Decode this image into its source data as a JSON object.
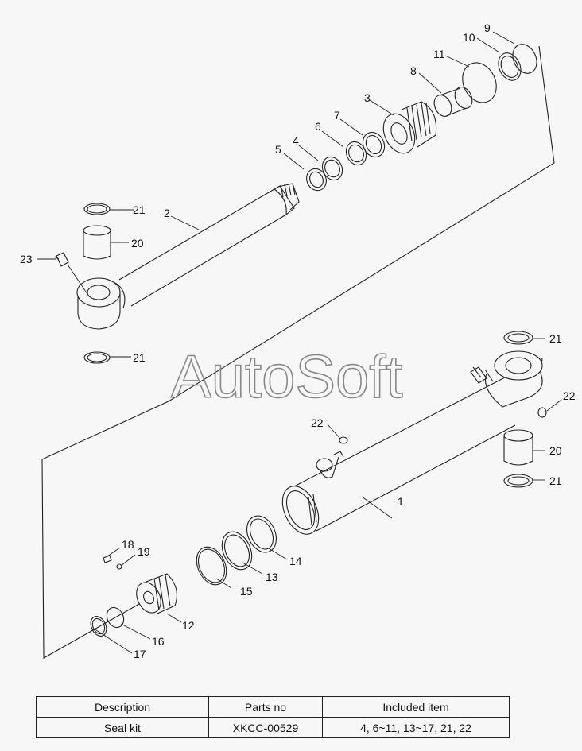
{
  "watermark": "AutoSoft",
  "callouts": {
    "c1": "1",
    "c2": "2",
    "c3": "3",
    "c4": "4",
    "c5": "5",
    "c6": "6",
    "c7": "7",
    "c8": "8",
    "c9": "9",
    "c10": "10",
    "c11": "11",
    "c12": "12",
    "c13": "13",
    "c14": "14",
    "c15": "15",
    "c16": "16",
    "c17": "17",
    "c18": "18",
    "c19": "19",
    "c20": "20",
    "c21": "21",
    "c22": "22",
    "c23": "23"
  },
  "table": {
    "headers": [
      "Description",
      "Parts no",
      "Included item"
    ],
    "rows": [
      [
        "Seal kit",
        "XKCC-00529",
        "4, 6~11, 13~17, 21, 22"
      ]
    ]
  }
}
